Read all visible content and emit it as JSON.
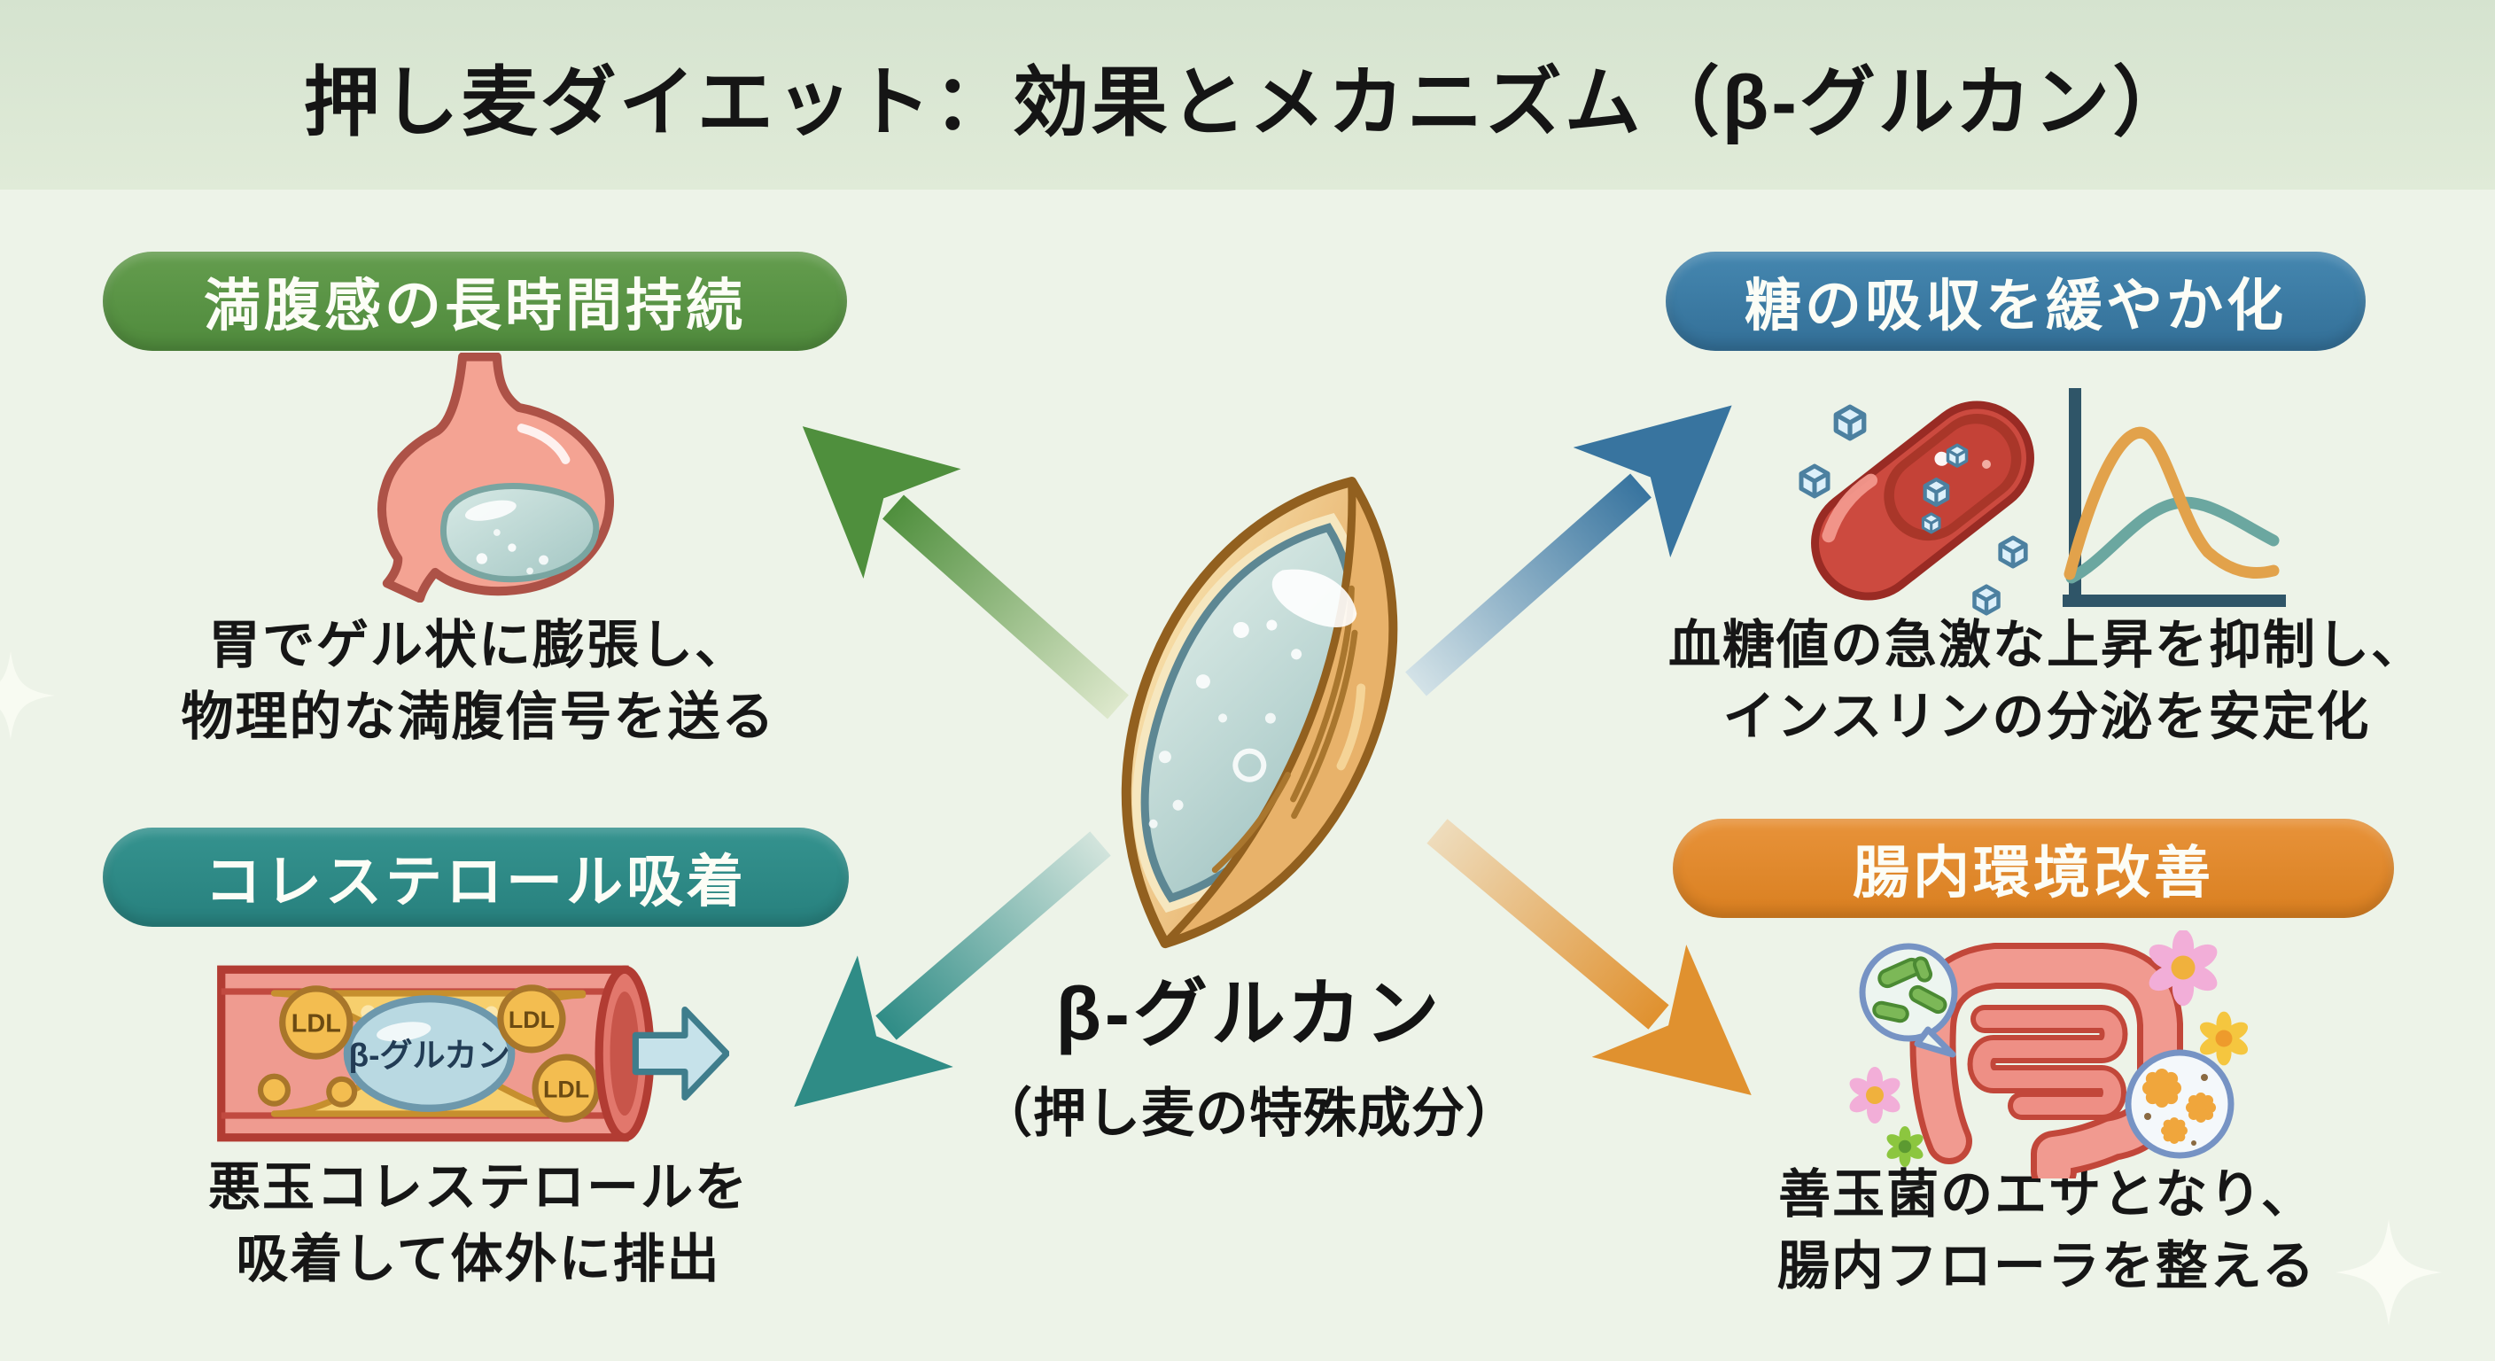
{
  "header": {
    "title": "押し麦ダイエット：効果とメカニズム（β-グルカン）"
  },
  "center": {
    "name": "β-グルカン",
    "note": "（押し麦の特殊成分）",
    "icon": "barley-grain-icon"
  },
  "sections": {
    "satiety": {
      "badge": "満腹感の長時間持続",
      "line1": "胃でゲル状に膨張し、",
      "line2": "物理的な満腹信号を送る",
      "icon": "stomach-icon",
      "accent": "#589645"
    },
    "sugar": {
      "badge": "糖の吸収を緩やか化",
      "line1": "血糖値の急激な上昇を抑制し、",
      "line2": "インスリンの分泌を安定化",
      "icons": [
        "blood-vessel-sugar-icon",
        "glucose-curve-chart-icon"
      ],
      "spike_curve_color": "#e2a24b",
      "gentle_curve_color": "#6ba7a0",
      "accent": "#3a7ca6"
    },
    "cholesterol": {
      "badge": "コレステロール吸着",
      "line1": "悪玉コレステロールを",
      "line2": "吸着して体外に排出",
      "vessel_label": "β-グルカン",
      "ldl_label": "LDL",
      "icon": "ldl-vessel-icon",
      "accent": "#2e8b88"
    },
    "gut": {
      "badge": "腸内環境改善",
      "line1": "善玉菌のエサとなり、",
      "line2": "腸内フローラを整える",
      "icon": "intestine-icon",
      "accent": "#e18a2c"
    }
  },
  "palette": {
    "background": "#edf3e8",
    "title_band": "#d9e6d2",
    "arrow_green": "#4f8f3d",
    "arrow_blue": "#38749f",
    "arrow_teal": "#2f8c86",
    "arrow_orange": "#e0912f"
  }
}
